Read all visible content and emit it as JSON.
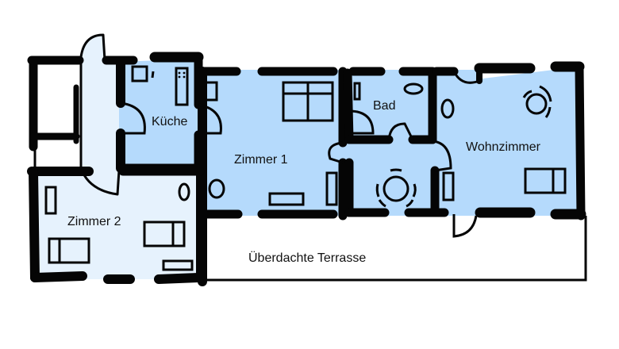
{
  "colors": {
    "room_fill": "#b5dafc",
    "light_fill": "#e6f2fd",
    "wall": "#050505",
    "background": "#ffffff"
  },
  "rooms": [
    {
      "id": "kueche",
      "label": "Küche"
    },
    {
      "id": "zimmer1",
      "label": "Zimmer 1"
    },
    {
      "id": "zimmer2",
      "label": "Zimmer 2"
    },
    {
      "id": "bad",
      "label": "Bad"
    },
    {
      "id": "wohnzimmer",
      "label": "Wohnzimmer"
    },
    {
      "id": "terrasse",
      "label": "Überdachte Terrasse"
    }
  ],
  "furniture": [
    "kitchen-sink",
    "kitchen-tap",
    "fridge-stove",
    "zimmer1-cabinet",
    "zimmer1-window-bed",
    "zimmer1-plant",
    "zimmer1-desk",
    "zimmer1-shelf",
    "bad-shower-tray",
    "bad-basin",
    "hall-round-table",
    "wohnzimmer-plant",
    "wohnzimmer-round-table",
    "wohnzimmer-sofa",
    "wohnzimmer-shelf",
    "zimmer2-shelf",
    "zimmer2-plant",
    "zimmer2-bed",
    "zimmer2-sofa",
    "zimmer2-desk"
  ]
}
